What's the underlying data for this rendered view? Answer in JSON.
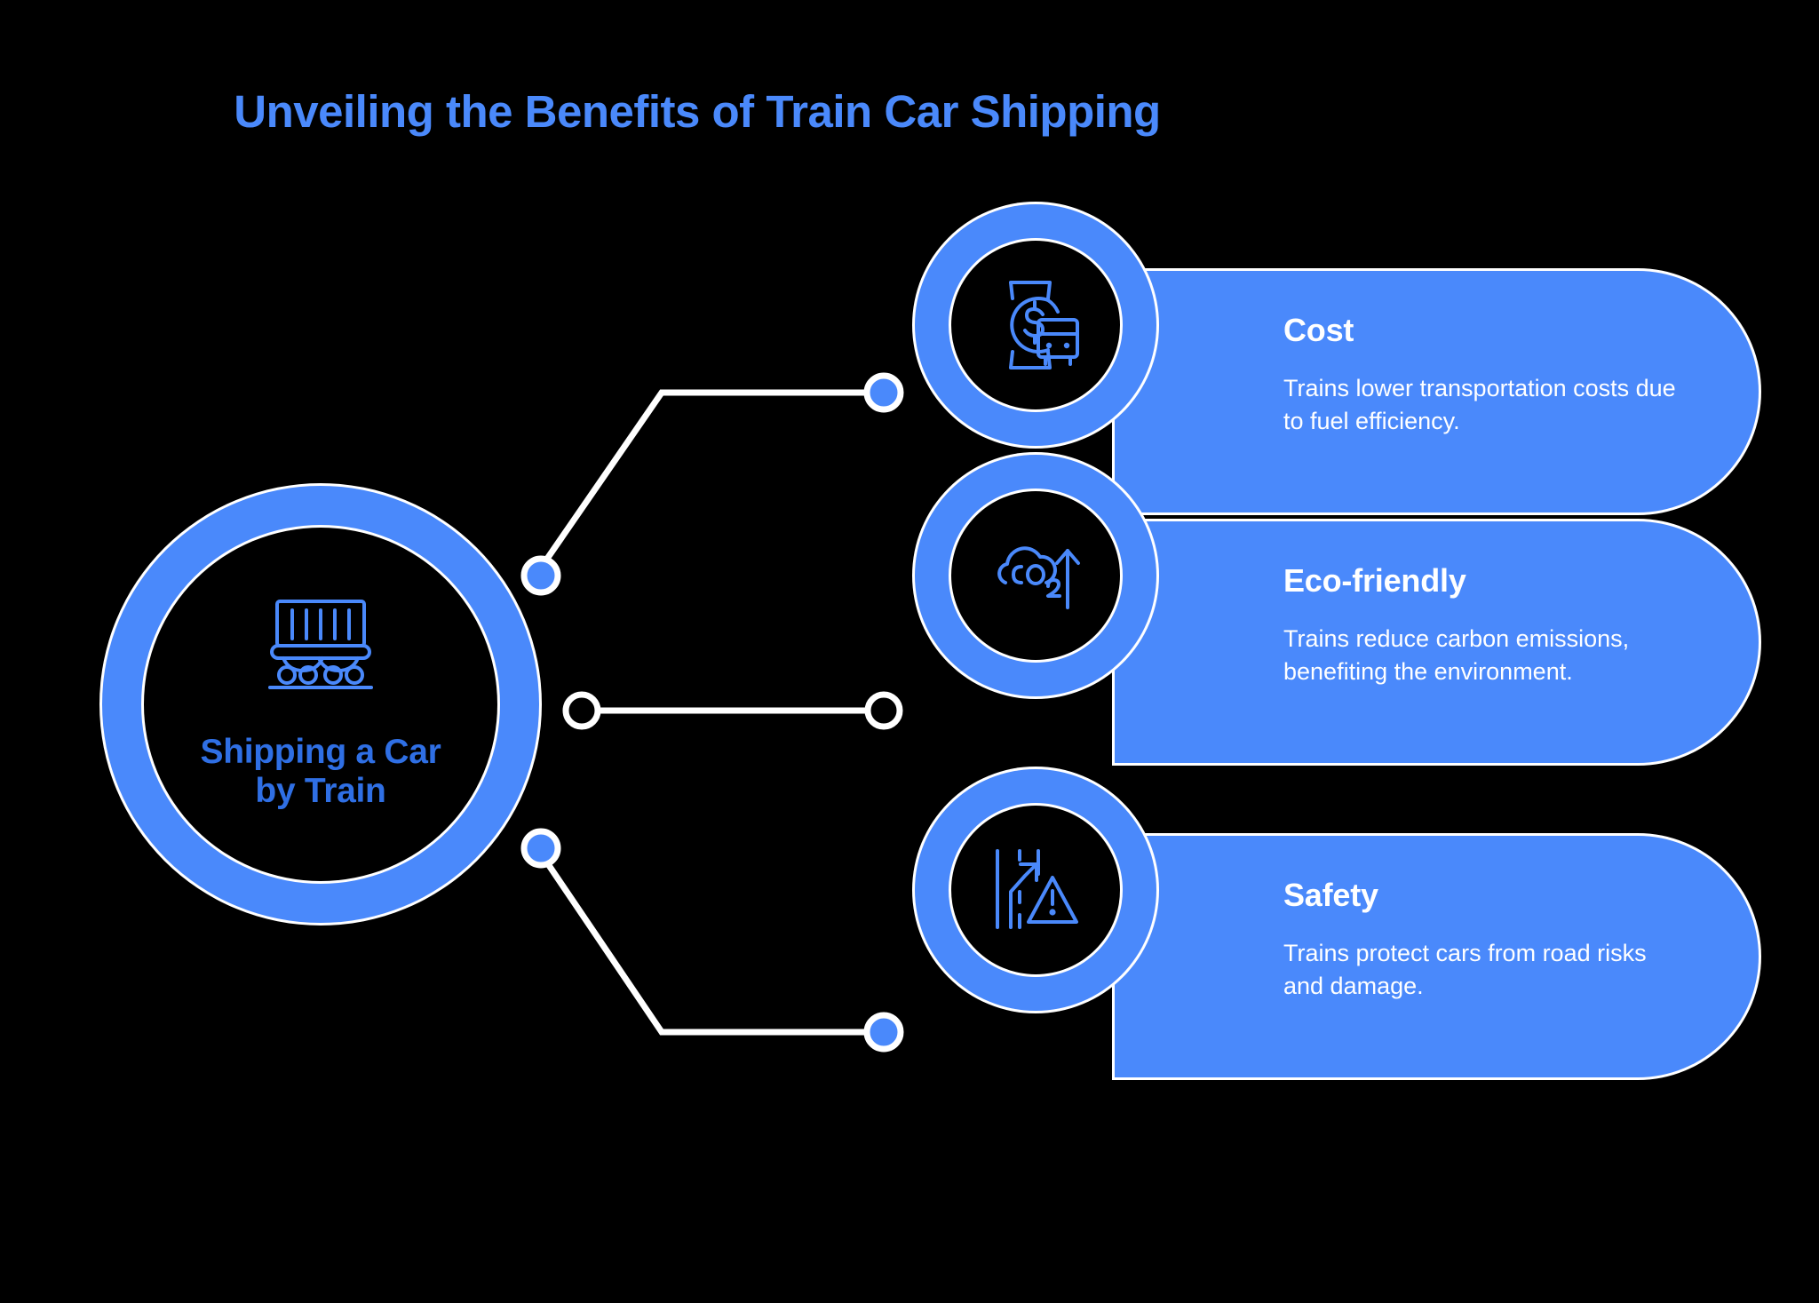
{
  "page": {
    "title": "Unveiling the Benefits of Train Car Shipping",
    "background_color": "#000000",
    "accent_color": "#4A89FB",
    "hub_label_color": "#2F6FE4",
    "card_text_color": "#FFFFFF",
    "connector_color": "#FFFFFF"
  },
  "hub": {
    "label_line1": "Shipping a Car",
    "label_line2": "by Train",
    "icon": "train-freight-car-icon"
  },
  "benefits": [
    {
      "title": "Cost",
      "description": "Trains lower transportation costs due to fuel efficiency.",
      "icon": "watch-dollar-train-icon",
      "connector": "elbow-up"
    },
    {
      "title": "Eco-friendly",
      "description": "Trains reduce carbon emissions, benefiting the environment.",
      "icon": "co2-cloud-arrow-up-icon",
      "connector": "straight"
    },
    {
      "title": "Safety",
      "description": "Trains protect cars from road risks and damage.",
      "icon": "road-warning-triangle-icon",
      "connector": "elbow-down"
    }
  ]
}
